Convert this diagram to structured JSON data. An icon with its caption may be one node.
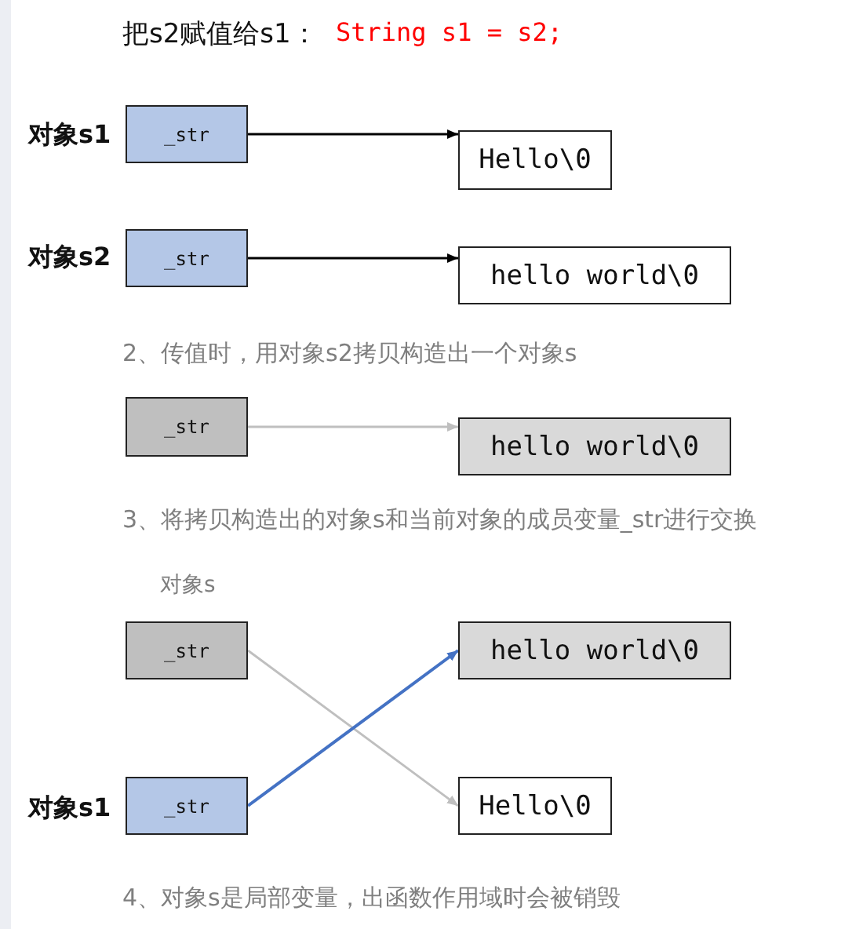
{
  "diagram": {
    "title": "把s2赋值给s1：",
    "nodes": [
      {
        "text": [
          "_str"
        ],
        "beside": [
          "对象s1"
        ]
      },
      {
        "text": [
          "Hello\\0"
        ]
      },
      {
        "text": [
          "_str"
        ],
        "beside": [
          "对象s2"
        ]
      },
      {
        "text": [
          "hello world\\0"
        ]
      },
      {
        "text": [
          "_str"
        ]
      },
      {
        "text": [
          "hello world\\0"
        ]
      },
      {
        "text": [
          "_str"
        ],
        "beside": [
          "对象s"
        ]
      },
      {
        "text": [
          "hello world\\0"
        ]
      },
      {
        "text": [
          "_str"
        ],
        "beside": [
          "对象s1"
        ]
      },
      {
        "text": [
          "Hello\\0"
        ]
      }
    ],
    "edges": [
      {
        "from": 0,
        "to": 1,
        "arrow": "to",
        "color": "#000000"
      },
      {
        "from": 2,
        "to": 3,
        "arrow": "to",
        "color": "#000000"
      },
      {
        "from": 4,
        "to": 5,
        "arrow": "to",
        "color": "#bfbfbf"
      },
      {
        "from": 6,
        "to": 9,
        "arrow": "to",
        "color": "#bfbfbf"
      },
      {
        "from": 8,
        "to": 7,
        "arrow": "to",
        "color": "#4472c4"
      }
    ],
    "labels": [
      "String s1 = s2;",
      "2、传值时，用对象s2拷贝构造出一个对象s",
      "3、将拷贝构造出的对象s和当前对象的成员变量_str进行交换",
      "4、对象s是局部变量，出函数作用域时会被销毁"
    ]
  }
}
